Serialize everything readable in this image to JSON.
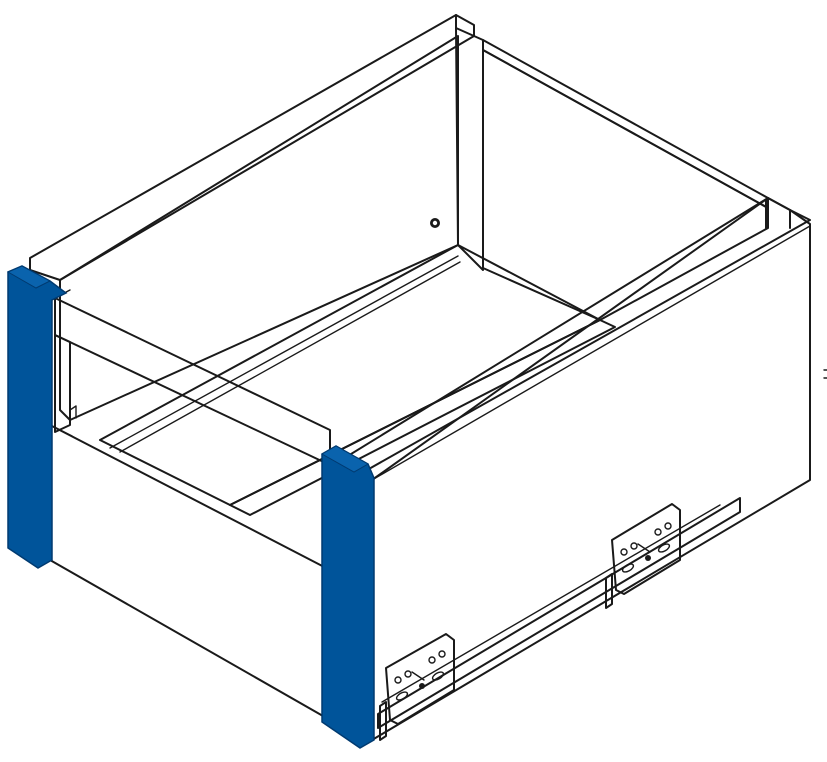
{
  "diagram": {
    "subject": "drawer-box-assembly",
    "colors": {
      "background": "#ffffff",
      "outline": "#1a1a1a",
      "panel": "#ffffff",
      "front_rail": "#d0d2d3",
      "front_panel": "#d6d8da",
      "side_profile": "#00549a",
      "side_profile_edge": "#003a70",
      "bracket": "#ffffff"
    },
    "parts": [
      {
        "id": "back-panel",
        "label": ""
      },
      {
        "id": "left-side-panel",
        "label": ""
      },
      {
        "id": "right-side-panel",
        "label": ""
      },
      {
        "id": "bottom-panel",
        "label": ""
      },
      {
        "id": "front-gallery-rail",
        "label": ""
      },
      {
        "id": "front-panel-insert",
        "label": ""
      },
      {
        "id": "left-blue-profile",
        "label": ""
      },
      {
        "id": "right-blue-profile",
        "label": ""
      },
      {
        "id": "runner-bracket-front",
        "label": ""
      },
      {
        "id": "runner-bracket-rear",
        "label": ""
      }
    ]
  }
}
